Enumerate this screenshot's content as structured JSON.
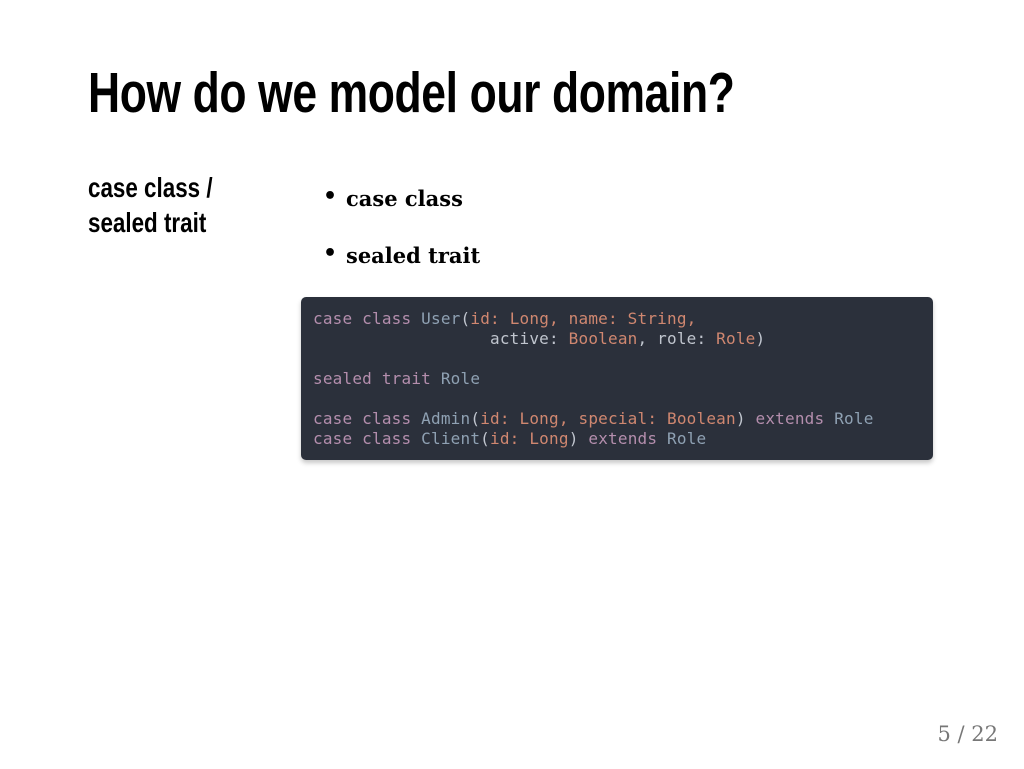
{
  "slide": {
    "title": "How do we model our domain?",
    "side_label_lines": [
      "case class /",
      "sealed trait"
    ],
    "bullets": [
      "case class",
      "sealed trait"
    ],
    "bullet_glyph": "•",
    "slide_number": "5 / 22"
  },
  "code": {
    "background": "#2b303b",
    "colors": {
      "default": "#c0c5ce",
      "keyword": "#b48ead",
      "type": "#8fa1b3",
      "params": "#d08770"
    },
    "lines": [
      [
        {
          "c": "keyword",
          "t": "case class"
        },
        {
          "c": "default",
          "t": " "
        },
        {
          "c": "type",
          "t": "User"
        },
        {
          "c": "default",
          "t": "("
        },
        {
          "c": "params",
          "t": "id: Long, name: String,"
        }
      ],
      [
        {
          "c": "default",
          "t": "                  active: "
        },
        {
          "c": "params",
          "t": "Boolean"
        },
        {
          "c": "default",
          "t": ", role: "
        },
        {
          "c": "params",
          "t": "Role"
        },
        {
          "c": "default",
          "t": ")"
        }
      ],
      [],
      [
        {
          "c": "keyword",
          "t": "sealed trait"
        },
        {
          "c": "default",
          "t": " "
        },
        {
          "c": "type",
          "t": "Role"
        }
      ],
      [],
      [
        {
          "c": "keyword",
          "t": "case class"
        },
        {
          "c": "default",
          "t": " "
        },
        {
          "c": "type",
          "t": "Admin"
        },
        {
          "c": "default",
          "t": "("
        },
        {
          "c": "params",
          "t": "id: Long, special: Boolean"
        },
        {
          "c": "default",
          "t": ") "
        },
        {
          "c": "keyword",
          "t": "extends"
        },
        {
          "c": "default",
          "t": " "
        },
        {
          "c": "type",
          "t": "Role"
        }
      ],
      [
        {
          "c": "keyword",
          "t": "case class"
        },
        {
          "c": "default",
          "t": " "
        },
        {
          "c": "type",
          "t": "Client"
        },
        {
          "c": "default",
          "t": "("
        },
        {
          "c": "params",
          "t": "id: Long"
        },
        {
          "c": "default",
          "t": ") "
        },
        {
          "c": "keyword",
          "t": "extends"
        },
        {
          "c": "default",
          "t": " "
        },
        {
          "c": "type",
          "t": "Role"
        }
      ]
    ]
  }
}
